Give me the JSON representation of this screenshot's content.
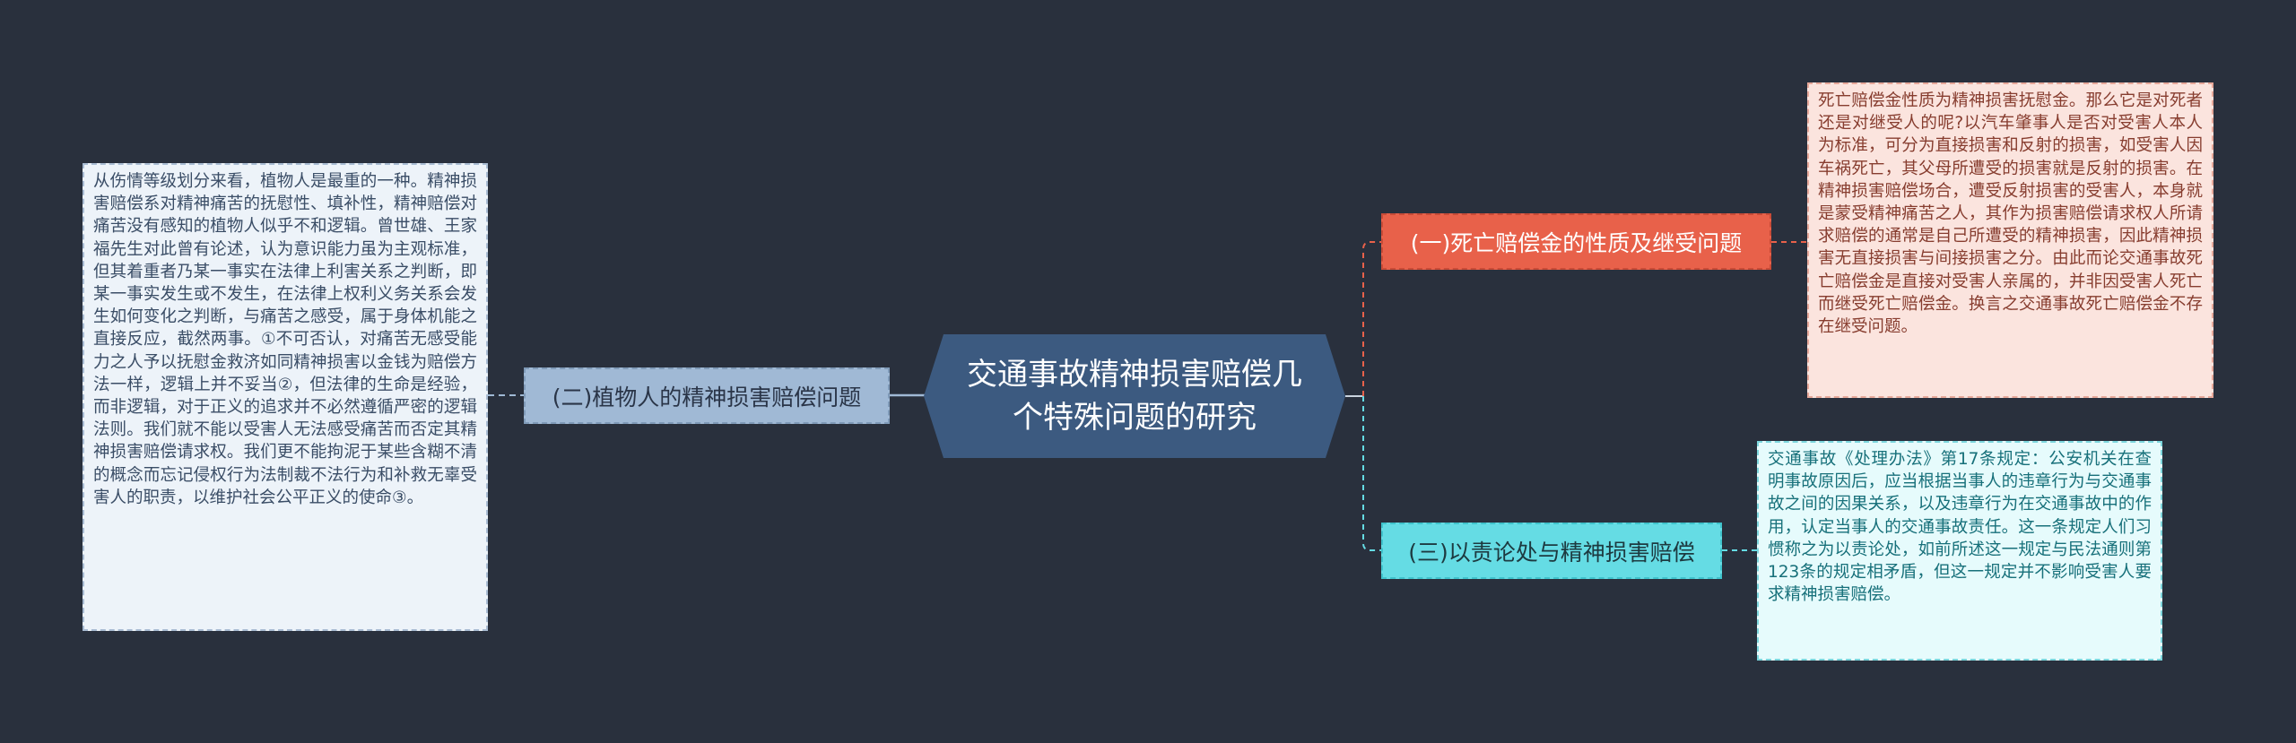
{
  "colors": {
    "background": "#29303d",
    "center": "#3c5a80",
    "left_branch": "#a0b9d5",
    "right_branch_1": "#e8614a",
    "right_branch_2": "#65dce4"
  },
  "center": {
    "title": "交通事故精神损害赔偿几个特殊问题的研究"
  },
  "branches": {
    "left": {
      "label": "(二)植物人的精神损害赔偿问题",
      "text": "从伤情等级划分来看，植物人是最重的一种。精神损害赔偿系对精神痛苦的抚慰性、填补性，精神赔偿对痛苦没有感知的植物人似乎不和逻辑。曾世雄、王家福先生对此曾有论述，认为意识能力虽为主观标准，但其着重者乃某一事实在法律上利害关系之判断，即某一事实发生或不发生，在法律上权利义务关系会发生如何变化之判断，与痛苦之感受，属于身体机能之直接反应，截然两事。①不可否认，对痛苦无感受能力之人予以抚慰金救济如同精神损害以金钱为赔偿方法一样，逻辑上并不妥当②，但法律的生命是经验，而非逻辑，对于正义的追求并不必然遵循严密的逻辑法则。我们就不能以受害人无法感受痛苦而否定其精神损害赔偿请求权。我们更不能拘泥于某些含糊不清的概念而忘记侵权行为法制裁不法行为和补救无辜受害人的职责，以维护社会公平正义的使命③。"
    },
    "right_1": {
      "label": "(一)死亡赔偿金的性质及继受问题",
      "text": "死亡赔偿金性质为精神损害抚慰金。那么它是对死者还是对继受人的呢?以汽车肇事人是否对受害人本人为标准，可分为直接损害和反射的损害，如受害人因车祸死亡，其父母所遭受的损害就是反射的损害。在精神损害赔偿场合，遭受反射损害的受害人，本身就是蒙受精神痛苦之人，其作为损害赔偿请求权人所请求赔偿的通常是自己所遭受的精神损害，因此精神损害无直接损害与间接损害之分。由此而论交通事故死亡赔偿金是直接对受害人亲属的，并非因受害人死亡而继受死亡赔偿金。换言之交通事故死亡赔偿金不存在继受问题。"
    },
    "right_2": {
      "label": "(三)以责论处与精神损害赔偿",
      "text": "交通事故《处理办法》第17条规定：公安机关在查明事故原因后，应当根据当事人的违章行为与交通事故之间的因果关系，以及违章行为在交通事故中的作用，认定当事人的交通事故责任。这一条规定人们习惯称之为以责论处，如前所述这一规定与民法通则第123条的规定相矛盾，但这一规定并不影响受害人要求精神损害赔偿。"
    }
  }
}
